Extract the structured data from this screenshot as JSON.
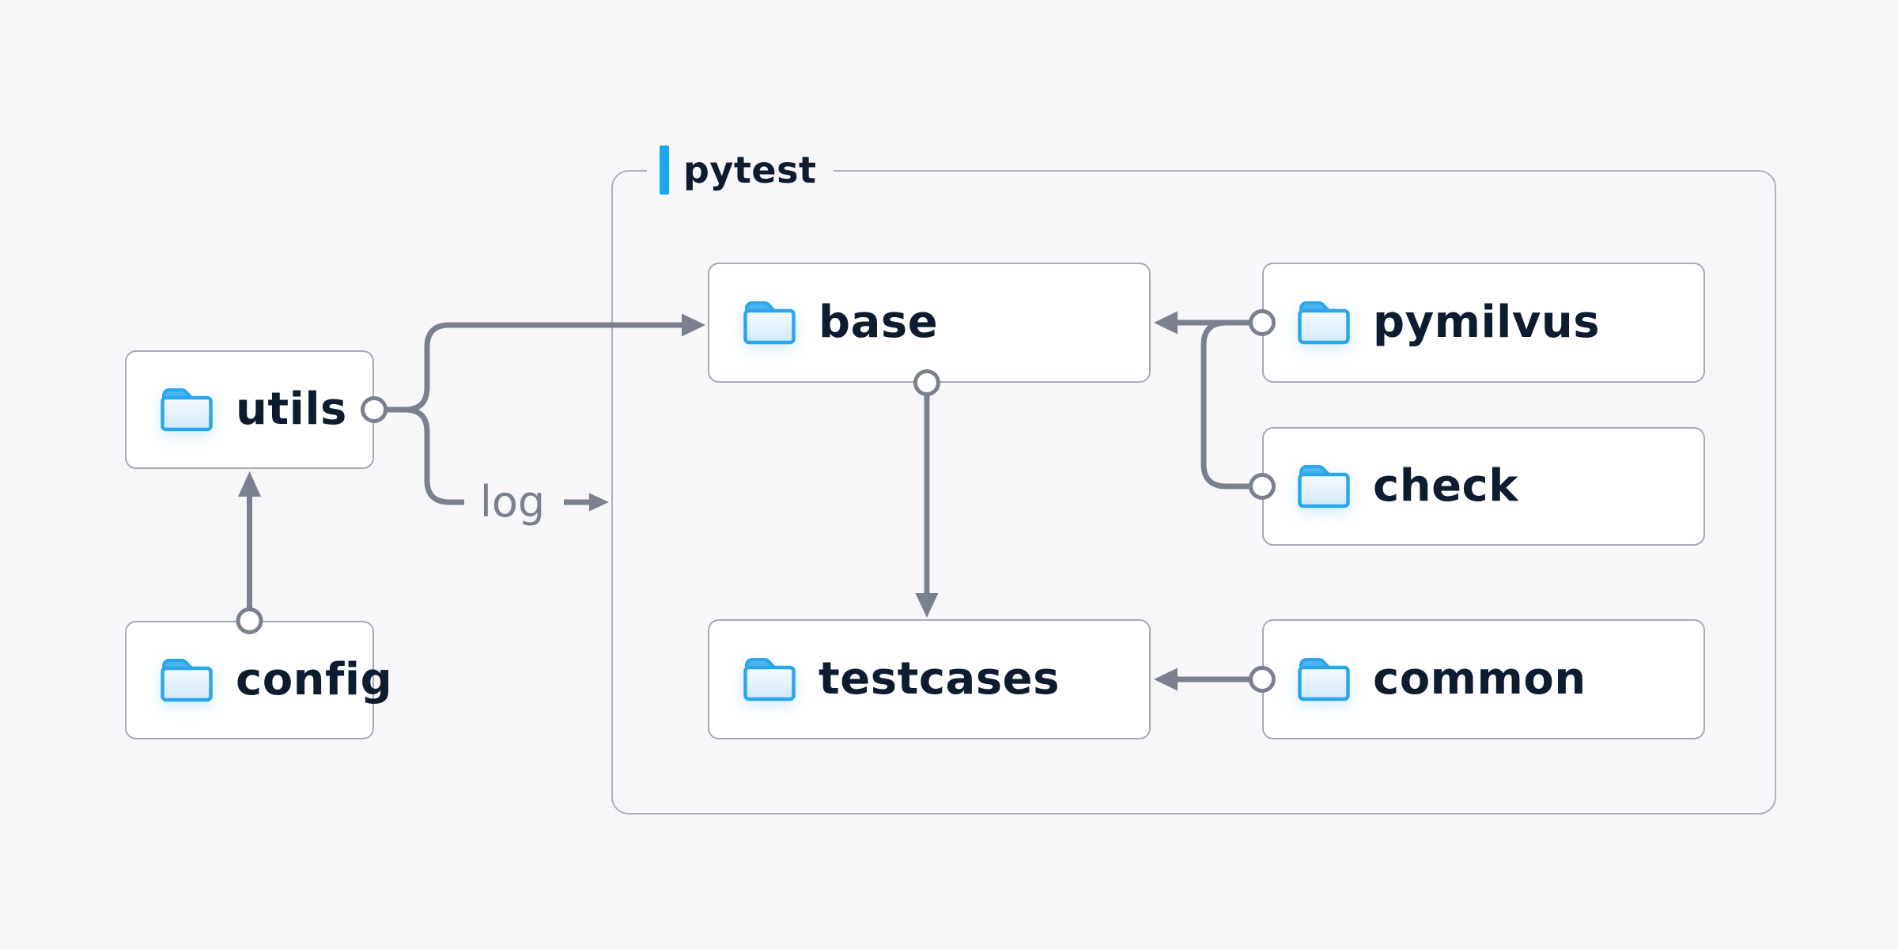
{
  "diagram": {
    "group": {
      "label": "pytest"
    },
    "nodes": {
      "utils": {
        "label": "utils",
        "icon": "folder-icon"
      },
      "config": {
        "label": "config",
        "icon": "folder-icon"
      },
      "base": {
        "label": "base",
        "icon": "folder-icon"
      },
      "pymilvus": {
        "label": "pymilvus",
        "icon": "folder-icon"
      },
      "check": {
        "label": "check",
        "icon": "folder-icon"
      },
      "testcases": {
        "label": "testcases",
        "icon": "folder-icon"
      },
      "common": {
        "label": "common",
        "icon": "folder-icon"
      }
    },
    "edges": [
      {
        "from": "config",
        "to": "utils",
        "style": "arrow"
      },
      {
        "from": "utils",
        "to": "base",
        "style": "arrow"
      },
      {
        "from": "utils",
        "to": "pytest-group",
        "style": "arrow",
        "label": "log"
      },
      {
        "from": "pymilvus",
        "to": "base",
        "style": "arrow"
      },
      {
        "from": "check",
        "to": "base",
        "style": "arrow"
      },
      {
        "from": "base",
        "to": "testcases",
        "style": "arrow"
      },
      {
        "from": "common",
        "to": "testcases",
        "style": "arrow"
      }
    ],
    "colors": {
      "background": "#f7f7f9",
      "node_fill": "#ffffff",
      "node_border": "#a6aab5",
      "group_border": "#aeb1bc",
      "connector_gray": "#7b808e",
      "label_text": "#0f1c30",
      "edge_label_text": "#7b808e",
      "accent_blue": "#18a7f0",
      "folder_stroke": "#2aa6ec",
      "folder_fill_top": "#f6fbfe",
      "folder_fill_bottom": "#d2e9f9",
      "folder_tab": "#4cb4ef"
    }
  }
}
